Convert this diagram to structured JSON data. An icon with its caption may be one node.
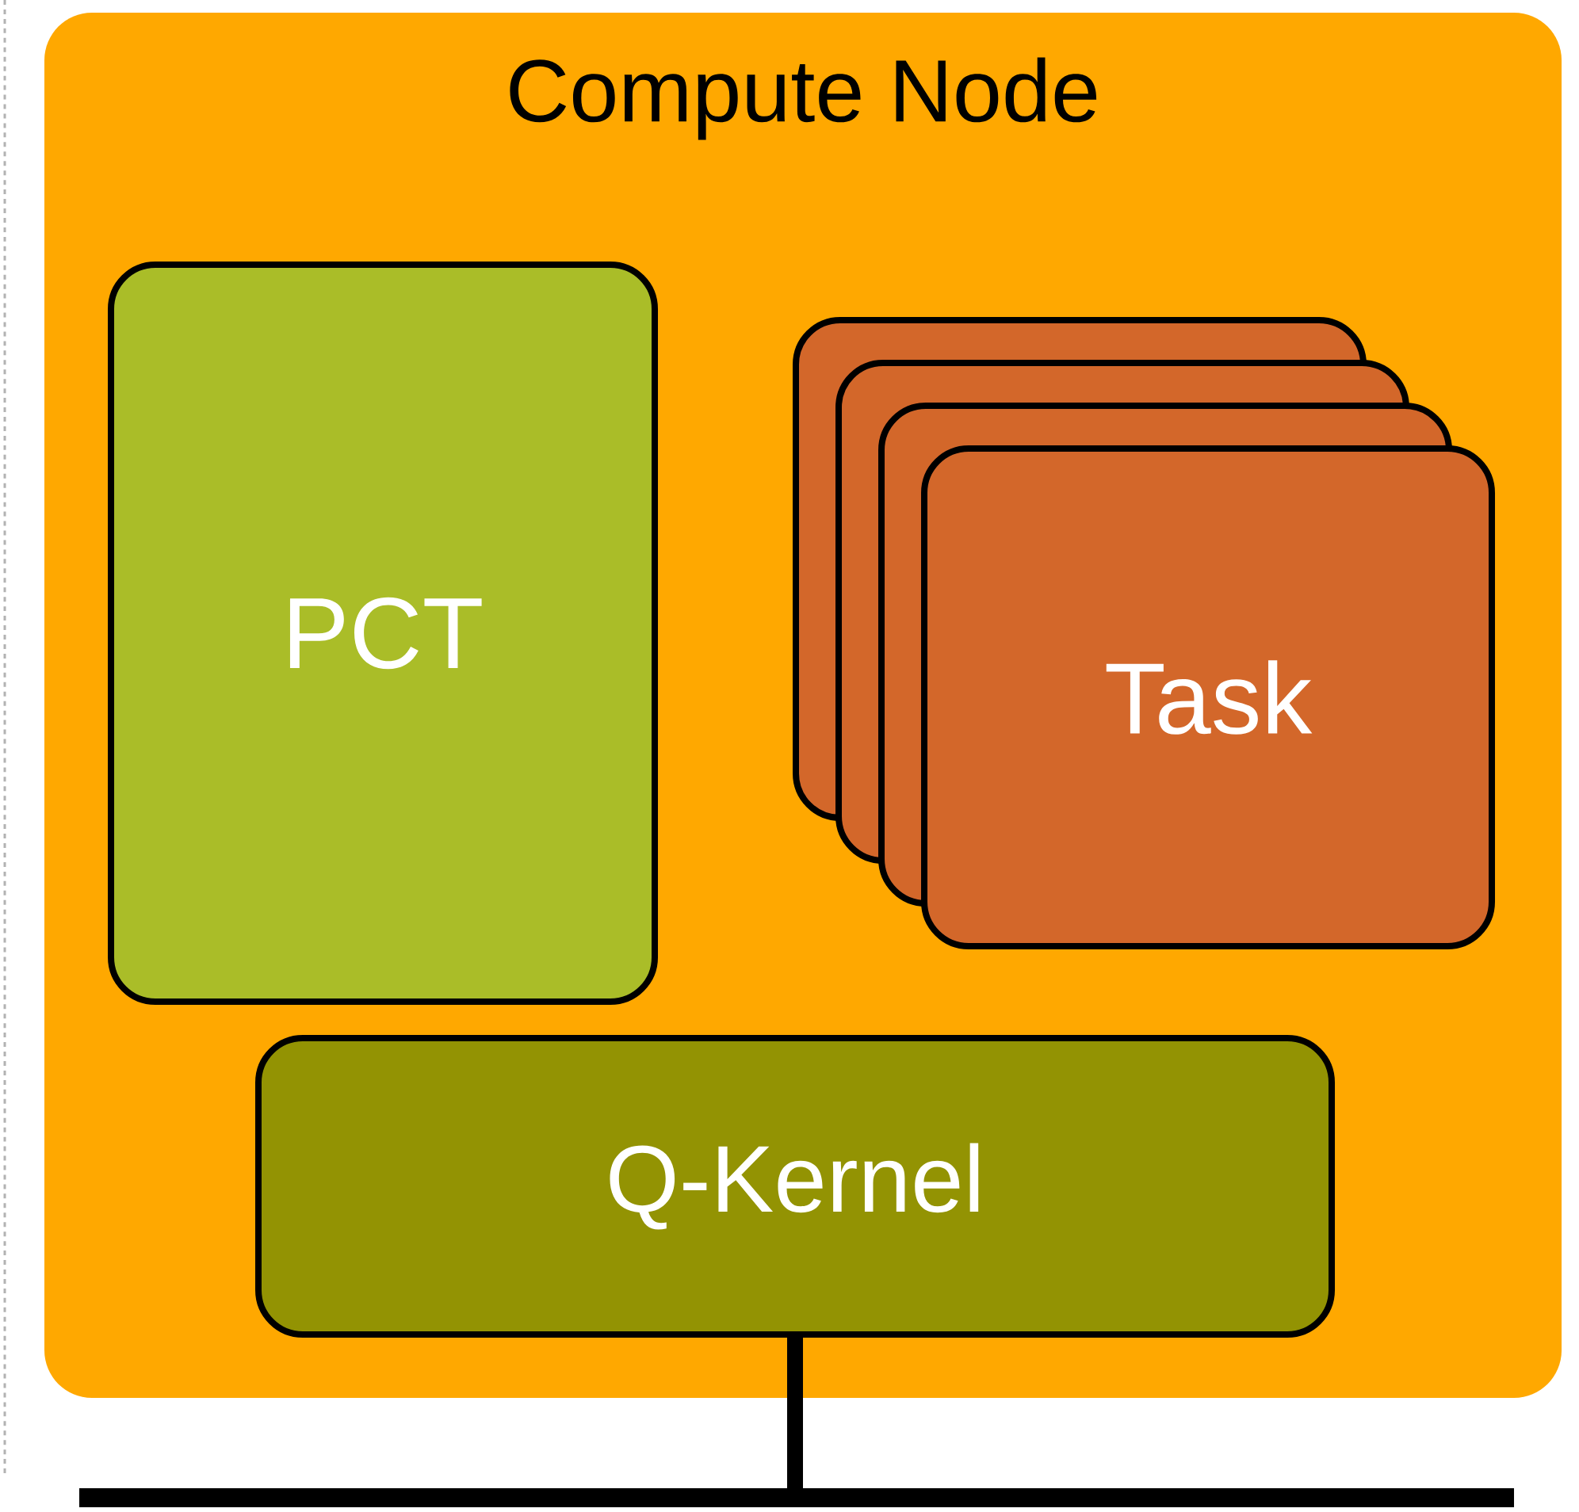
{
  "diagram": {
    "nodes": [
      {
        "text": [
          "Compute Node"
        ]
      },
      {
        "text": [
          "PCT"
        ],
        "in": 0
      },
      {
        "text": [
          "Task"
        ],
        "in": 0
      },
      {
        "text": [
          "Q-Kernel"
        ],
        "in": 0
      },
      {
        "text": [],
        "shape": "bar"
      }
    ],
    "edges": [
      {
        "from": 3,
        "to": 4,
        "arrow": "none"
      }
    ]
  }
}
